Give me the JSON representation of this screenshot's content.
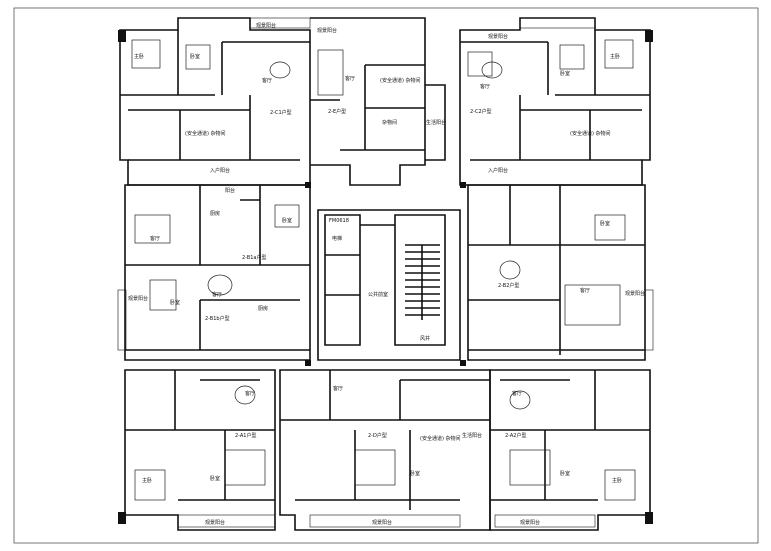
{
  "plan": {
    "rooms": {
      "balcony_top_left": "观景阳台",
      "balcony_top_mid": "观景阳台",
      "balcony_top_right": "观景阳台",
      "master_tl": "主卧",
      "bed_tl": "卧室",
      "living_tl": "客厅",
      "study_tl": "(安全通道)\n杂物间",
      "unit_c1": "2-C1户型",
      "unit_e": "2-E户型",
      "hall_e": "客厅",
      "store_e": "(安全通道)\n杂物间",
      "store_e2": "杂物间",
      "living_balc_e": "生活阳台",
      "master_tr": "主卧",
      "bed_tr": "卧室",
      "living_tr": "客厅",
      "study_tr": "(安全通道)\n杂物间",
      "unit_c2": "2-C2户型",
      "entry_l": "入户阳台",
      "entry_r": "入户阳台",
      "balcony_b1a": "阳台",
      "dining_b1a": "厨房",
      "living_b1a": "客厅",
      "unit_b1a": "2-B1a户型",
      "bed_b1a": "卧室",
      "unit_b1b": "2-B1b户型",
      "view_balc_l": "观景阳台",
      "living_b1b": "客厅",
      "bed_b1b": "卧室",
      "kitchen_b1b": "厨房",
      "elev_hall": "电梯",
      "public_hall": "公共前室",
      "fan_room": "风井",
      "fm_label": "FM0618",
      "unit_b2": "2-B2户型",
      "living_b2": "客厅",
      "bed_b2": "卧室",
      "view_balc_r": "观景阳台",
      "unit_a1": "2-A1户型",
      "master_a1": "主卧",
      "living_a1": "客厅",
      "bed_a1": "卧室",
      "unit_d": "2-D户型",
      "living_d": "客厅",
      "store_d": "(安全通道)\n杂物间",
      "bed_d": "卧室",
      "unit_a2": "2-A2户型",
      "master_a2": "主卧",
      "living_a2": "客厅",
      "bed_a2": "卧室",
      "balcony_bottom_left": "观景阳台",
      "balcony_bottom_mid": "观景阳台",
      "balcony_bottom_right": "观景阳台",
      "life_balc_d": "生活阳台"
    }
  }
}
